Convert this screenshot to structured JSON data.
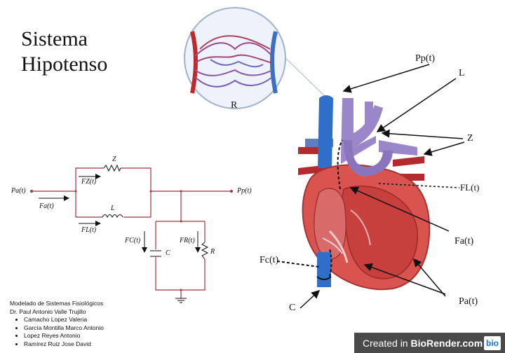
{
  "title_lines": [
    "Sistema",
    "Hipotenso"
  ],
  "circuit": {
    "pa": "Pa(t)",
    "fa": "Fa(t)",
    "fz": "FZ(t)",
    "z": "Z",
    "l": "L",
    "fl": "FL(t)",
    "pp": "Pp(t)",
    "fc": "FC(t)",
    "c": "C",
    "fr": "FR(t)",
    "r": "R"
  },
  "heart_labels": {
    "r": "R",
    "pp": "Pp(t)",
    "l": "L",
    "z": "Z",
    "fl": "FL(t)",
    "fa": "Fa(t)",
    "fc": "Fc(t)",
    "pa": "Pa(t)",
    "c": "C"
  },
  "credits": {
    "course": "Modelado de Sistemas Fisiológicos",
    "professor": "Dr. Paul Antonio Valle Trujillo",
    "students": [
      "Camacho Lopez Valeria",
      "García Montilla Marco Antonio",
      "Lopez Reyes Antonio",
      "Ramírez Ruiz Jose David"
    ]
  },
  "badge": {
    "prefix": "Created in ",
    "brand": "BioRender.com",
    "logo": "bio"
  },
  "colors": {
    "artery": "#c0282d",
    "vein": "#3a6fc4",
    "pulmonary": "#9b86c9",
    "circuit_wire": "#a8323c",
    "heart_muscle": "#d9534f"
  }
}
